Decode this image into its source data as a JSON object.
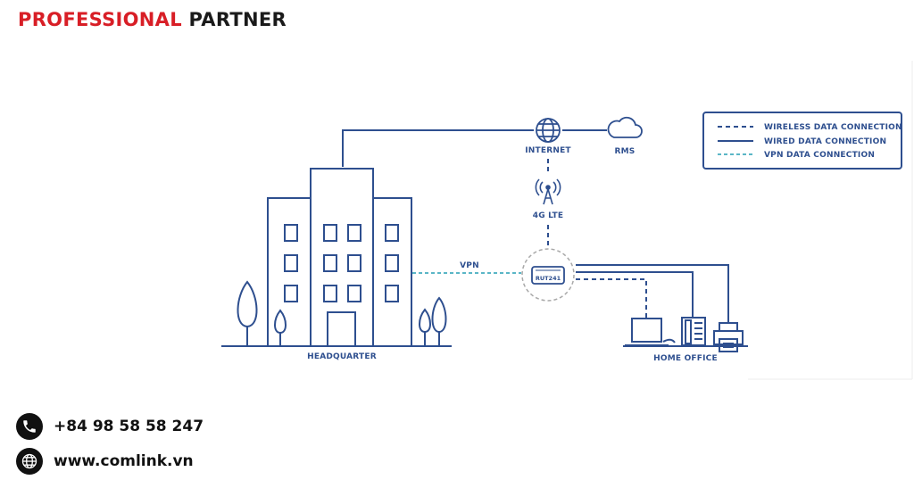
{
  "header": {
    "brand_part1": "PROFESSIONAL",
    "brand_part2": "PARTNER"
  },
  "diagram": {
    "nodes": {
      "internet": "INTERNET",
      "rms": "RMS",
      "lte": "4G LTE",
      "router": "RUT241",
      "headquarter": "HEADQUARTER",
      "home_office": "HOME OFFICE",
      "vpn": "VPN"
    },
    "legend": {
      "wireless": "WIRELESS DATA CONNECTION",
      "wired": "WIRED DATA CONNECTION",
      "vpn": "VPN DATA CONNECTION"
    },
    "colors": {
      "line": "#2e4f8f",
      "vpn": "#5ab6c6",
      "circle": "#a9a9a9",
      "brand_red": "#d81e26"
    }
  },
  "contact": {
    "phone": "+84 98 58 58 247",
    "website": "www.comlink.vn"
  }
}
